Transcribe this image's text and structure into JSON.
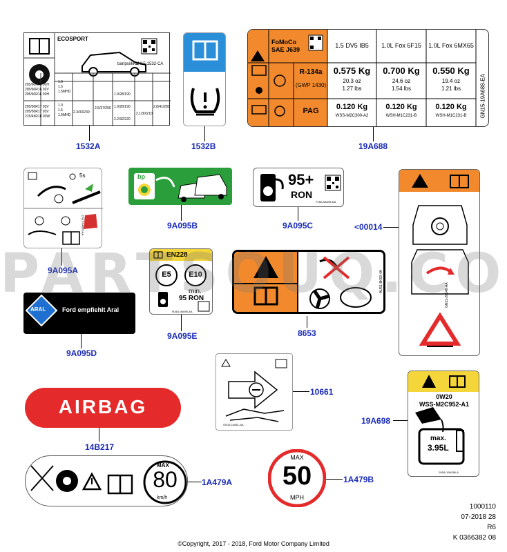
{
  "watermark": "PARTSOUQ.COM",
  "parts": {
    "p1532A": "1532A",
    "p1532B": "1532B",
    "p19A688": "19A688",
    "p9A095A": "9A095A",
    "p9A095B": "9A095B",
    "p9A095C": "9A095C",
    "p00014": "<00014",
    "p9A095D": "9A095D",
    "p9A095E": "9A095E",
    "p8653": "8653",
    "p10661": "10661",
    "p19A698": "19A698",
    "p14B217": "14B217",
    "p1A479A": "1A479A",
    "p1A479B": "1A479B"
  },
  "tire_label": {
    "model": "ECOSPORT",
    "units": "bar/psi/kPa",
    "code": "GN15-1532-CA",
    "sizes_1": "205/60R16 92H\n205/60R16 92V\n205/60R16 92H",
    "sizes_2": "205/50R17 93V\n205/50R17 93V\n215/45R18 93W",
    "press_1": "1.0\n1.5\n1.5MHD",
    "press_2": "1.0\n1.5\n1.5MHD",
    "cell_a": "2.3/33/230",
    "cell_b": "2.5/37/250",
    "cell_c": "1.9/28/190",
    "cell_d": "1.9/28/190",
    "cell_e": "2.2/32/220",
    "cell_f": "2.8/41/280",
    "cell_g": "2.1/30/210"
  },
  "ac_label": {
    "header": "FoMoCo\nSAE J639",
    "engines": [
      "1.5 DV5 IB5",
      "1.0L Fox 6F15",
      "1.0L Fox 6MX65"
    ],
    "refrigerant": "R-134a",
    "gwp": "(GWP 1430)",
    "charges": [
      {
        "kg": "0.575 Kg",
        "oz": "20.3 oz",
        "lbs": "1.27 lbs"
      },
      {
        "kg": "0.700 Kg",
        "oz": "24.6 oz",
        "lbs": "1.54 lbs"
      },
      {
        "kg": "0.550 Kg",
        "oz": "19.4 oz",
        "lbs": "1.21 lbs"
      }
    ],
    "oil": "PAG",
    "oils": [
      {
        "kg": "0.120 Kg",
        "spec": "WSS-M2C300-A2"
      },
      {
        "kg": "0.120 Kg",
        "spec": "WSH-M1C231-B"
      },
      {
        "kg": "0.120 Kg",
        "spec": "WSH-M1C231-B"
      }
    ],
    "code": "GN15-19A688-EA"
  },
  "fuel_cap": {
    "timer": "5s",
    "code": "CN15-9A095-AA"
  },
  "bp_label": {
    "logo": "bp"
  },
  "ron_label": {
    "octane": "95+",
    "unit": "RON",
    "code": "FL5A-9A095-DA"
  },
  "aral_label": {
    "brand": "ARAL",
    "text": "Ford empfiehlt Aral"
  },
  "en228_label": {
    "norm": "EN228",
    "e5": "E5",
    "e10": "E10",
    "min": "min.",
    "ron": "95 RON",
    "code": "9U5A-9A095-AA"
  },
  "fan_label": {
    "code": "AU51-8K63-4A"
  },
  "warning_label": {
    "code": "GN11-20148-AA"
  },
  "jack_label": {
    "code": "GN15-10661-AA"
  },
  "oil_label": {
    "grade": "0W20",
    "spec": "WSS-M2C952-A1",
    "max": "max.",
    "volume": "3.95L",
    "code": "JU5A-19A286-A"
  },
  "airbag": {
    "text": "AIRBAG"
  },
  "speed_small": {
    "max": "MAX",
    "speed": "80",
    "unit": "km/h"
  },
  "speed_big": {
    "max": "MAX",
    "speed": "50",
    "unit": "MPH"
  },
  "footer": {
    "ref": "1000110",
    "date": "07-2018 28",
    "rev": "R6",
    "catalog": "K 0366382 08",
    "copyright": "©Copyright, 2017 - 2018, Ford Motor Company Limited"
  },
  "colors": {
    "part_blue": "#1a2bb8",
    "orange": "#f28a2d",
    "yellow": "#f5d63a",
    "green": "#2a9e3a",
    "red": "#e42a2a",
    "navy": "#1f3a82"
  }
}
